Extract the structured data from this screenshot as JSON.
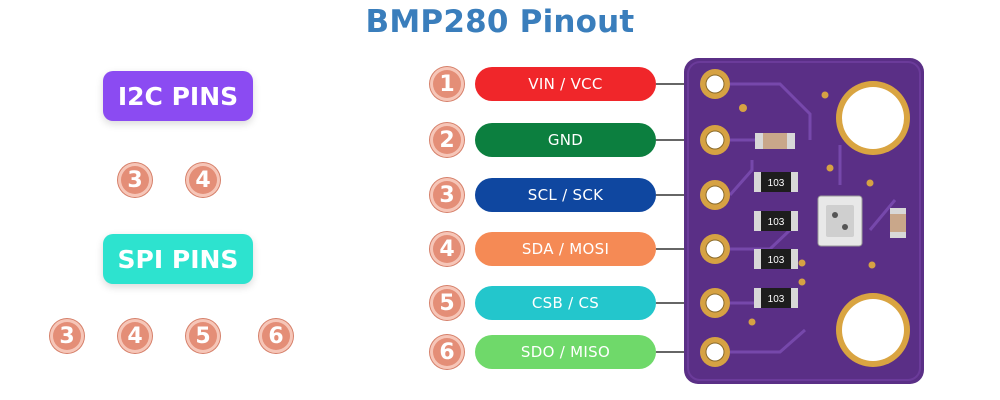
{
  "title": "BMP280 Pinout",
  "i2c": {
    "label": "I2C PINS",
    "color": "#8b4bf2",
    "pins": [
      "3",
      "4"
    ]
  },
  "spi": {
    "label": "SPI PINS",
    "color": "#2de3cf",
    "pins": [
      "3",
      "4",
      "5",
      "6"
    ]
  },
  "pins": [
    {
      "num": "1",
      "label": "VIN / VCC",
      "color": "#f0262a"
    },
    {
      "num": "2",
      "label": "GND",
      "color": "#0c7f3f"
    },
    {
      "num": "3",
      "label": "SCL / SCK",
      "color": "#0f47a0"
    },
    {
      "num": "4",
      "label": "SDA / MOSI",
      "color": "#f58a55"
    },
    {
      "num": "5",
      "label": "CSB / CS",
      "color": "#23c6cc"
    },
    {
      "num": "6",
      "label": "SDO / MISO",
      "color": "#6fd96a"
    }
  ],
  "board": {
    "color": "#5a2f86",
    "resistor_labels": [
      "103",
      "103",
      "103",
      "103"
    ]
  }
}
